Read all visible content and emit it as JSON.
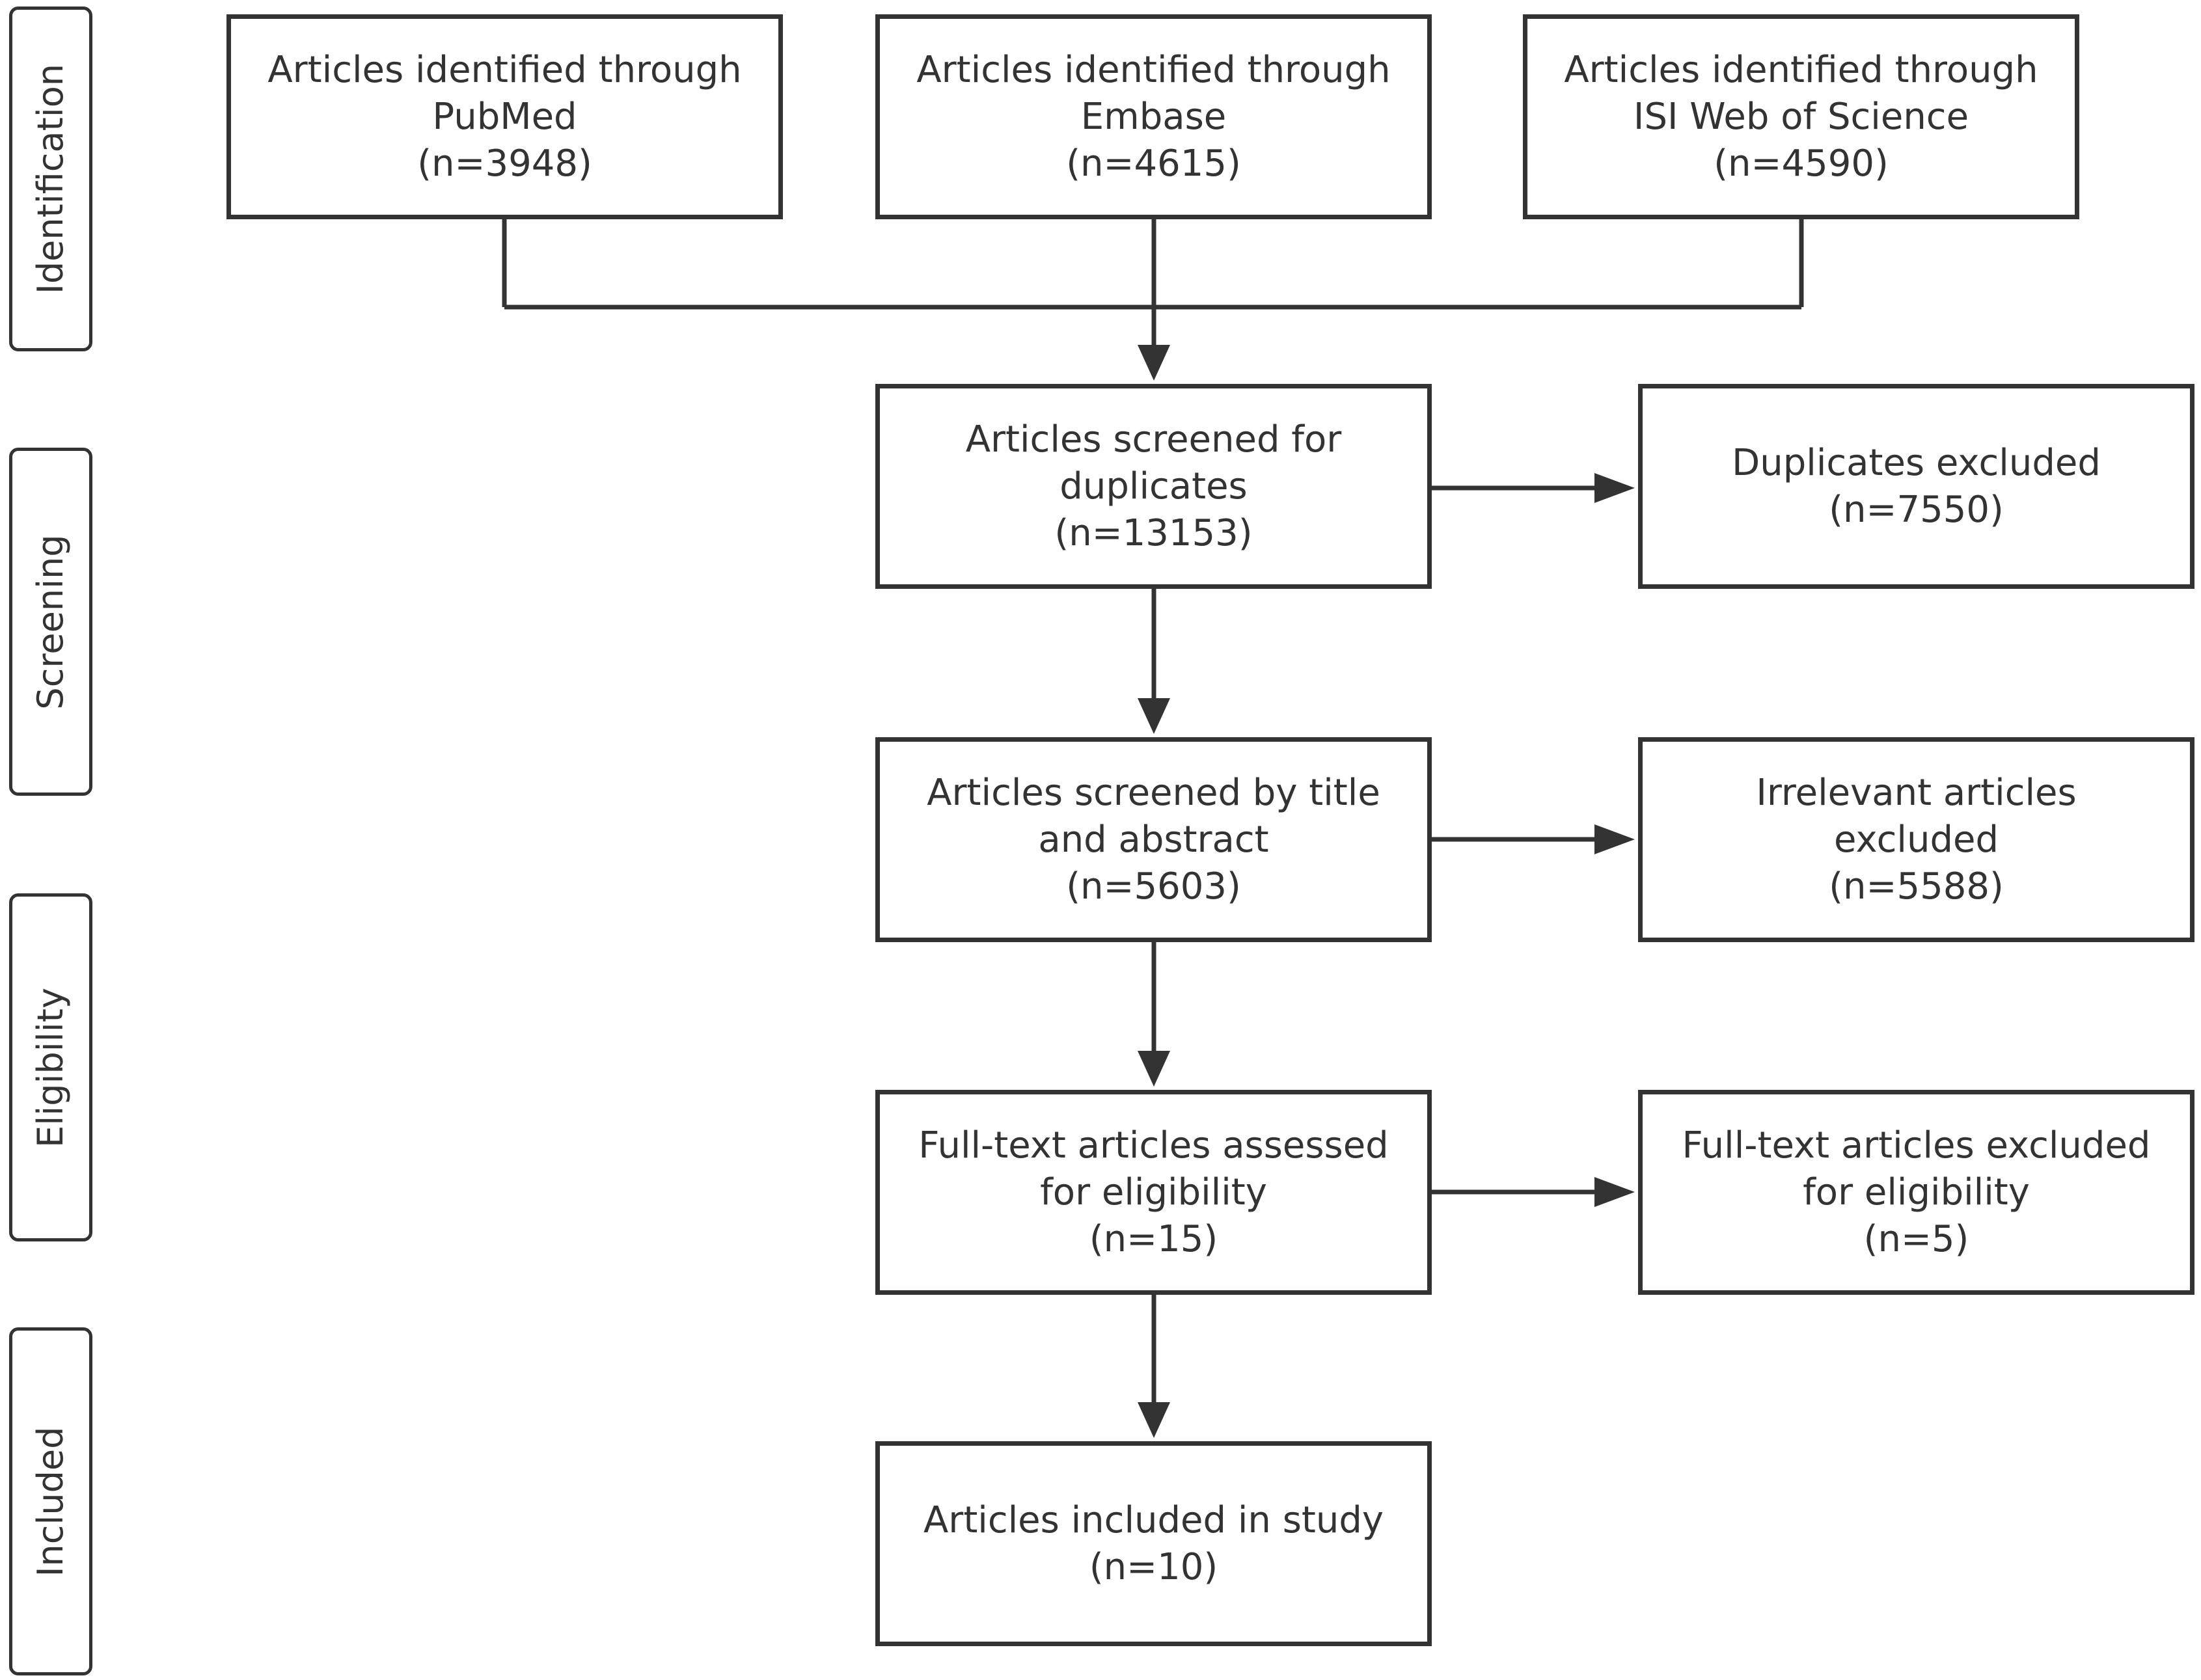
{
  "stages": {
    "identification": "Identification",
    "screening": "Screening",
    "eligibility": "Eligibility",
    "included": "Included"
  },
  "boxes": {
    "pubmed": {
      "line1": "Articles identified through",
      "line2": "PubMed",
      "count": "(n=3948)"
    },
    "embase": {
      "line1": "Articles identified through",
      "line2": "Embase",
      "count": "(n=4615)"
    },
    "isi": {
      "line1": "Articles identified through",
      "line2": "ISI Web of Science",
      "count": "(n=4590)"
    },
    "screened_duplicates": {
      "line1": "Articles screened for",
      "line2": "duplicates",
      "count": "(n=13153)"
    },
    "duplicates_excluded": {
      "line1": "Duplicates excluded",
      "count": "(n=7550)"
    },
    "screened_title_abstract": {
      "line1": "Articles screened by title",
      "line2": "and abstract",
      "count": "(n=5603)"
    },
    "irrelevant_excluded": {
      "line1": "Irrelevant articles",
      "line2": "excluded",
      "count": "(n=5588)"
    },
    "fulltext_assessed": {
      "line1": "Full-text articles assessed",
      "line2": "for eligibility",
      "count": "(n=15)"
    },
    "fulltext_excluded": {
      "line1": "Full-text articles excluded",
      "line2": "for eligibility",
      "count": "(n=5)"
    },
    "included": {
      "line1": "Articles included in study",
      "count": "(n=10)"
    }
  }
}
